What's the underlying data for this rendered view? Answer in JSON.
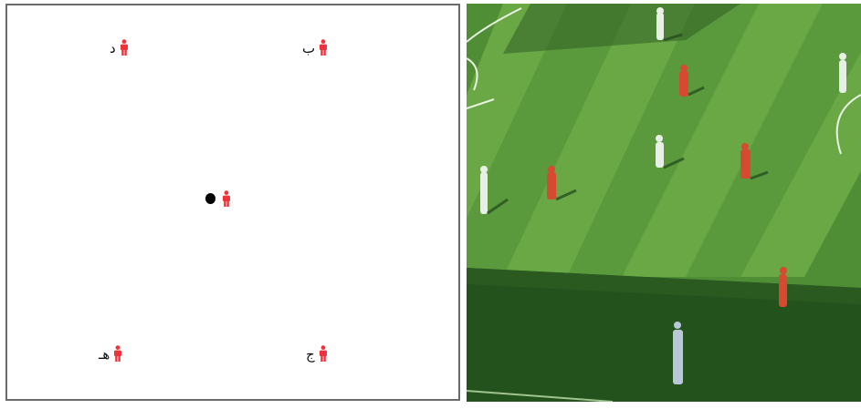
{
  "diagram": {
    "players": [
      {
        "id": "top-left",
        "label": "د"
      },
      {
        "id": "top-right",
        "label": "ب"
      },
      {
        "id": "center",
        "label": ""
      },
      {
        "id": "bottom-left",
        "label": "هـ"
      },
      {
        "id": "bottom-right",
        "label": "ج"
      }
    ],
    "colors": {
      "player": "#f0323a",
      "ball": "#000000",
      "border": "#6b6b6b"
    }
  },
  "photo": {
    "colors": {
      "pitch_light": "#5f9e3c",
      "pitch_dark": "#3f7a2a",
      "shadow": "#1f4a1a",
      "team_red": "#d64a32",
      "team_white": "#e8efe6"
    }
  }
}
